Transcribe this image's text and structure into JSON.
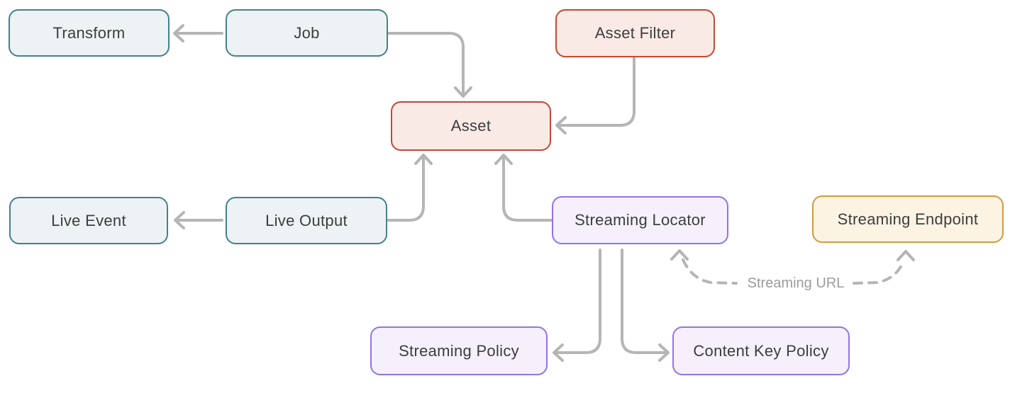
{
  "nodes": {
    "transform": {
      "label": "Transform",
      "theme": "teal"
    },
    "job": {
      "label": "Job",
      "theme": "teal"
    },
    "asset_filter": {
      "label": "Asset Filter",
      "theme": "red"
    },
    "asset": {
      "label": "Asset",
      "theme": "red"
    },
    "live_event": {
      "label": "Live Event",
      "theme": "teal"
    },
    "live_output": {
      "label": "Live Output",
      "theme": "teal"
    },
    "streaming_locator": {
      "label": "Streaming Locator",
      "theme": "purple"
    },
    "streaming_endpoint": {
      "label": "Streaming Endpoint",
      "theme": "orange"
    },
    "streaming_policy": {
      "label": "Streaming Policy",
      "theme": "purple"
    },
    "content_key_policy": {
      "label": "Content Key Policy",
      "theme": "purple"
    }
  },
  "edges": [
    {
      "from": "job",
      "to": "transform",
      "style": "solid"
    },
    {
      "from": "job",
      "to": "asset",
      "style": "solid"
    },
    {
      "from": "asset_filter",
      "to": "asset",
      "style": "solid"
    },
    {
      "from": "live_output",
      "to": "live_event",
      "style": "solid"
    },
    {
      "from": "live_output",
      "to": "asset",
      "style": "solid"
    },
    {
      "from": "streaming_locator",
      "to": "asset",
      "style": "solid"
    },
    {
      "from": "streaming_locator",
      "to": "streaming_policy",
      "style": "solid"
    },
    {
      "from": "streaming_locator",
      "to": "content_key_policy",
      "style": "solid"
    },
    {
      "between": [
        "streaming_locator",
        "streaming_endpoint"
      ],
      "style": "dashed",
      "label": "Streaming URL"
    }
  ],
  "labels": {
    "streaming_url": "Streaming URL"
  },
  "colors": {
    "teal_border": "#44808f",
    "teal_fill": "#edf2f4",
    "red_border": "#c3492f",
    "red_fill": "#faeae6",
    "purple_border": "#9374e4",
    "purple_fill": "#f5f0fc",
    "orange_border": "#d19b3f",
    "orange_fill": "#fcf3e3",
    "arrow": "#b5b5b5",
    "node_text": "#3d3d3d",
    "annotation_text": "#9c9c9c"
  }
}
